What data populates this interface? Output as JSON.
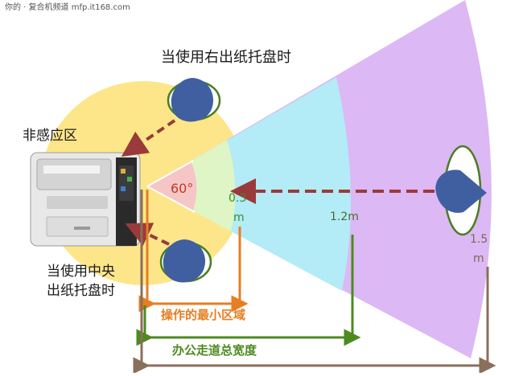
{
  "watermark": "你的 · 复合机频道 mfp.it168.com",
  "labels": {
    "right_tray": "当使用右出纸托盘时",
    "non_sensing_zone": "非感应区",
    "center_tray_line1": "当使用中央",
    "center_tray_line2": "出纸托盘时",
    "angle": "60°",
    "radius_03_line1": "0.3",
    "radius_03_line2": "m",
    "radius_12": "1.2m",
    "radius_15_line1": "1.5",
    "radius_15_line2": "m",
    "min_operation_area": "操作的最小区域",
    "total_aisle_width": "办公走道总宽度"
  },
  "colors": {
    "yellow_zone": "#fde68a",
    "green_zone": "#dff5c5",
    "cyan_zone": "#b3ebf7",
    "purple_zone": "#dcb8f4",
    "angle_wedge": "#f6c6c6",
    "person_blue": "#3f5fa0",
    "arrow_dashed": "#9b3a3a",
    "orange_dimension": "#e67e22",
    "green_dimension": "#4e8a1f",
    "brown_dimension": "#8a6f5a"
  },
  "icons": {
    "person": "person-topdown-icon",
    "printer": "multifunction-printer-icon",
    "arrow": "dashed-arrow-icon"
  }
}
